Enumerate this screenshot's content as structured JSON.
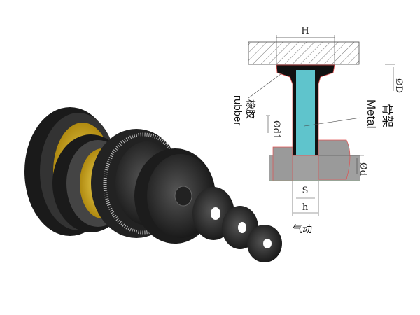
{
  "diagram": {
    "dim_H": "H",
    "dim_OD": "ØD",
    "dim_Od1": "Ød1",
    "dim_Od": "Ød",
    "dim_S": "S",
    "dim_h": "h",
    "label_metal_cn": "骨架",
    "label_metal_en": "Metal",
    "label_rubber_cn": "橡胶",
    "label_rubber_en": "rubber",
    "caption": "气动",
    "colors": {
      "metal": "#5fc4cc",
      "rubber": "#111111",
      "outline": "#e05050",
      "body": "#9a9a9a"
    }
  }
}
